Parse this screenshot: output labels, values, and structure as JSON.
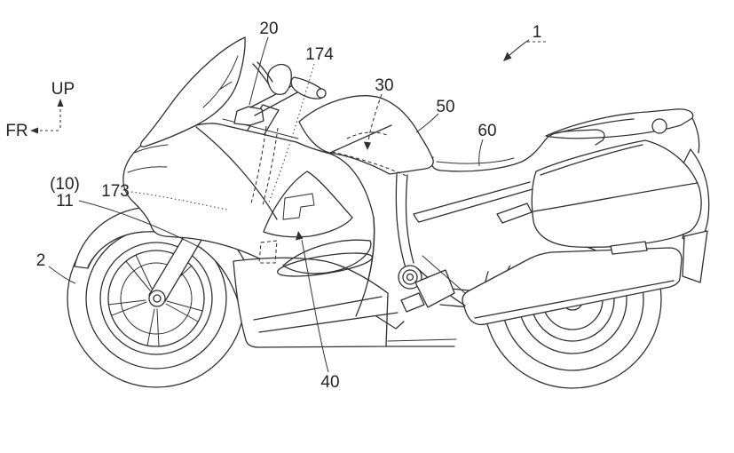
{
  "figure": {
    "background": "#ffffff",
    "ink": "#303030"
  },
  "orientation": {
    "up": "UP",
    "front": "FR"
  },
  "reference_labels": {
    "n1": "1",
    "n2": "2",
    "n10": "(10)",
    "n11": "11",
    "n20": "20",
    "n30": "30",
    "n40": "40",
    "n50": "50",
    "n60": "60",
    "n173": "173",
    "n174": "174"
  }
}
